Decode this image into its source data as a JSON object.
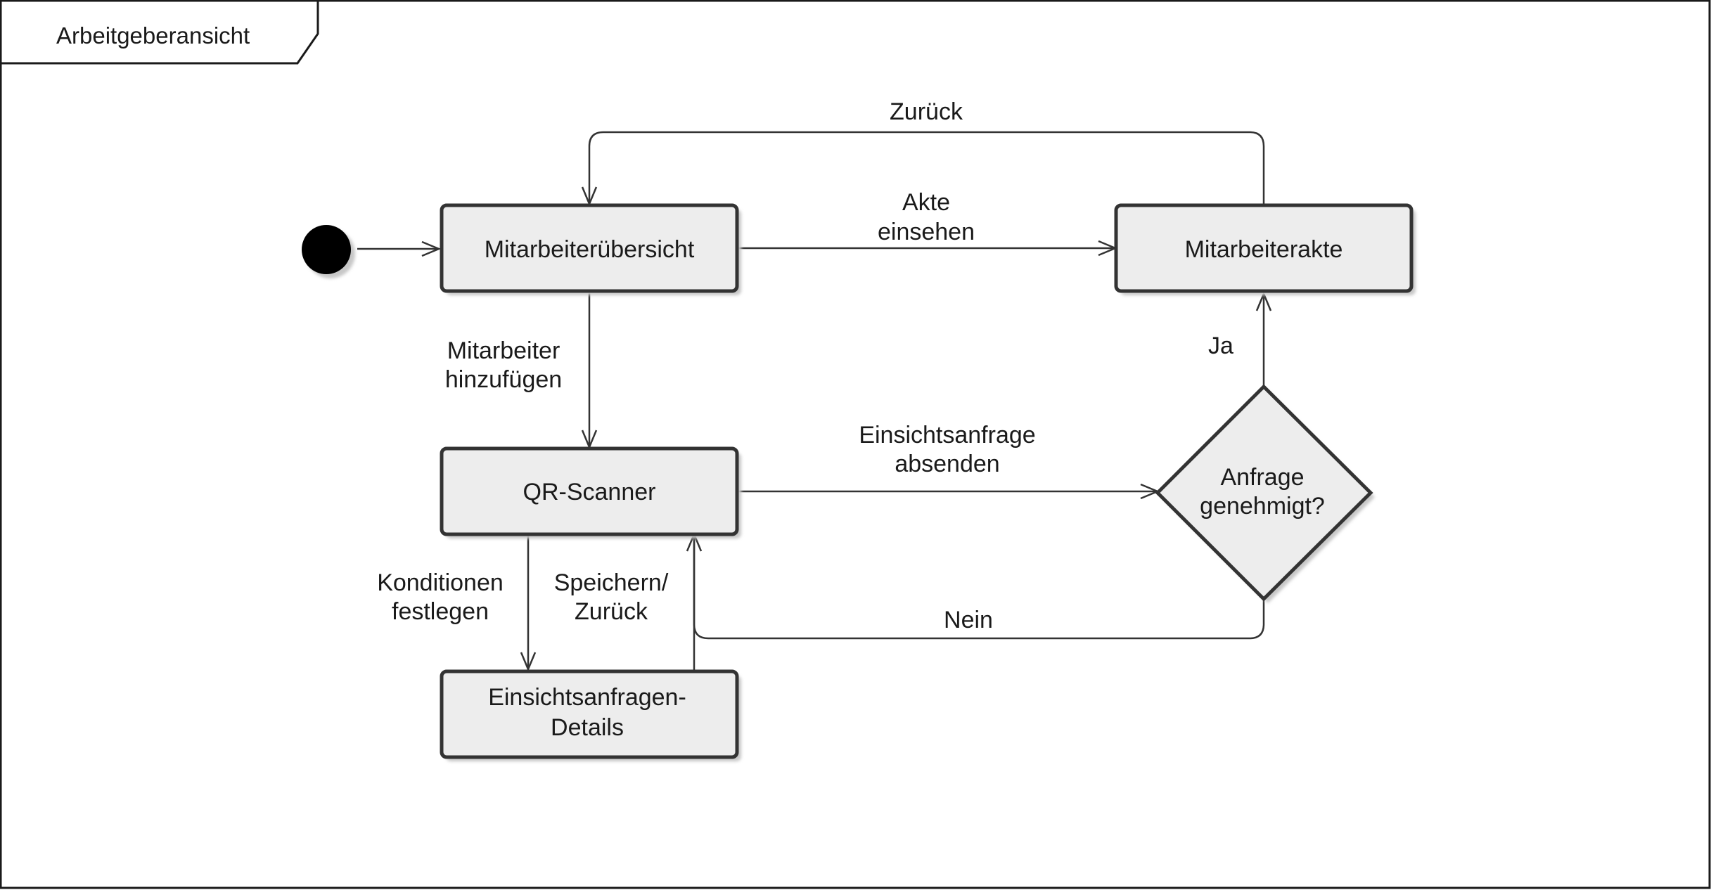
{
  "frame": {
    "title": "Arbeitgeberansicht"
  },
  "states": {
    "overview": {
      "label": "Mitarbeiterübersicht"
    },
    "file": {
      "label": "Mitarbeiterakte"
    },
    "scanner": {
      "label": "QR-Scanner"
    },
    "details": {
      "line1": "Einsichtsanfragen-",
      "line2": "Details"
    }
  },
  "decision": {
    "line1": "Anfrage",
    "line2": "genehmigt?"
  },
  "transitions": {
    "back_top": "Zurück",
    "view_file": {
      "line1": "Akte",
      "line2": "einsehen"
    },
    "add_employee": {
      "line1": "Mitarbeiter",
      "line2": "hinzufügen"
    },
    "send_request": {
      "line1": "Einsichtsanfrage",
      "line2": "absenden"
    },
    "yes": "Ja",
    "no": "Nein",
    "set_conditions": {
      "line1": "Konditionen",
      "line2": "festlegen"
    },
    "save_back": {
      "line1": "Speichern/",
      "line2": "Zurück"
    }
  }
}
